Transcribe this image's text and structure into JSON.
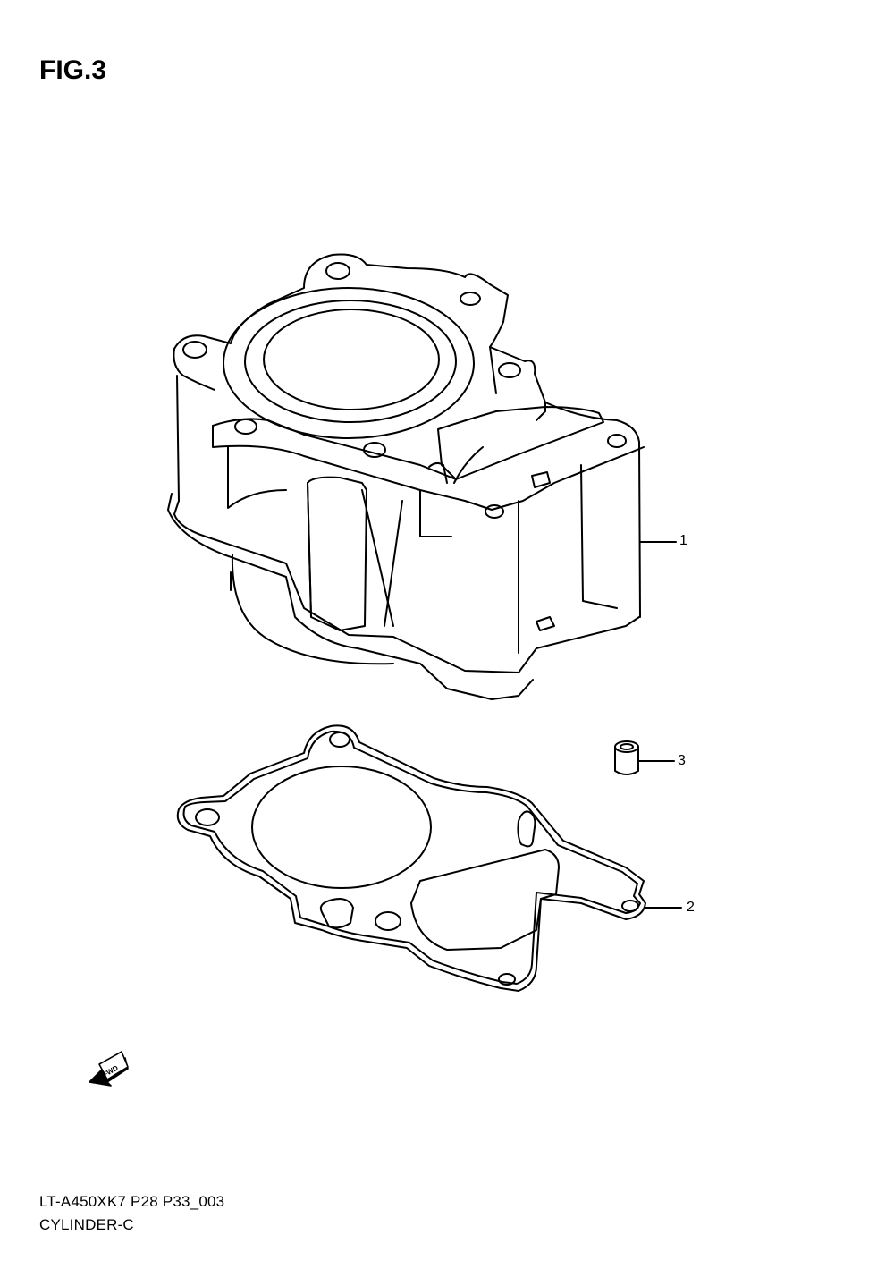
{
  "figure": {
    "title": "FIG.3"
  },
  "parts": [
    {
      "number": "1",
      "name": "cylinder"
    },
    {
      "number": "2",
      "name": "gasket"
    },
    {
      "number": "3",
      "name": "dowel-pin"
    }
  ],
  "fwd_arrow": {
    "label": "FWD"
  },
  "footer": {
    "model_code": "LT-A450XK7 P28 P33_003",
    "section": "CYLINDER-C"
  },
  "colors": {
    "line": "#000000",
    "background": "#ffffff"
  }
}
